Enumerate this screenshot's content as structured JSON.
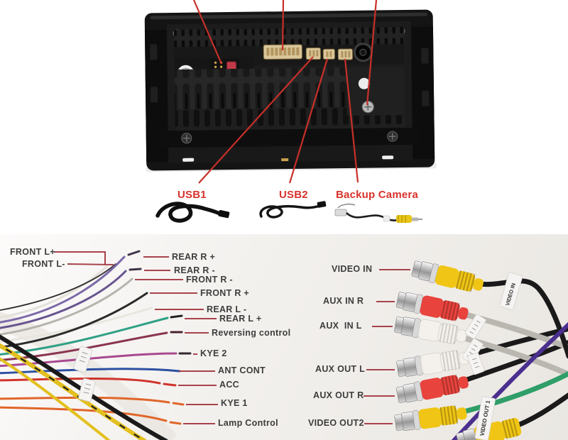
{
  "colors": {
    "callout_red": "#c8302a",
    "label_red": "#d8332c",
    "leader_red": "#a8434b",
    "label_text": "#3d3d3d",
    "cable_purple": "#4b2f8f",
    "tag_white": "#f5f4f2"
  },
  "accessories": {
    "items": [
      {
        "label": "USB1"
      },
      {
        "label": "USB2"
      },
      {
        "label": "Backup Camera"
      }
    ]
  },
  "harness": {
    "wires": [
      {
        "label": "FRONT L+",
        "color": "#e4e1da"
      },
      {
        "label": "FRONT L-",
        "color": "#2c2c2c"
      },
      {
        "label": "REAR R +",
        "color": "#7b68a8"
      },
      {
        "label": "REAR R -",
        "color": "#685590"
      },
      {
        "label": "FRONT R -",
        "color": "#b7b4ae"
      },
      {
        "label": "FRONT R +",
        "color": "#2b2b2b"
      },
      {
        "label": "REAR L -",
        "color": "#e9e6df"
      },
      {
        "label": "REAR L +",
        "color": "#2fa085"
      },
      {
        "label": "Reversing control",
        "color": "#8a3550"
      },
      {
        "label": "KYE 2",
        "color": "#a8498f"
      },
      {
        "label": "ANT CONT",
        "color": "#2b4fa1"
      },
      {
        "label": "ACC",
        "color": "#d0342c"
      },
      {
        "label": "KYE 1",
        "color": "#e0662a"
      },
      {
        "label": "Lamp Control",
        "color": "#e0662a"
      }
    ]
  },
  "rca": {
    "connectors": [
      {
        "label": "VIDEO IN",
        "boot": "#f0c515",
        "cable": "#1a1a1a"
      },
      {
        "label": "AUX IN R",
        "boot": "#e8433d",
        "cable": "#bab7b1"
      },
      {
        "label": "AUX  IN L",
        "boot": "#f4f1ec",
        "cable": "#bab7b1"
      },
      {
        "label": "AUX OUT L",
        "boot": "#f4f1ec",
        "cable": "#1a1a1a"
      },
      {
        "label": "AUX OUT R",
        "boot": "#e8433d",
        "cable": "#1a1a1a"
      },
      {
        "label": "VIDEO OUT2",
        "boot": "#f0c515",
        "cable": "#2f9e68"
      }
    ],
    "extra_connector": {
      "boot": "#f0c515",
      "cable": "#1a1a1a"
    }
  },
  "cable_tags": [
    {
      "text": "VIDEO IN"
    },
    {
      "text": "VIDEO OUT 1"
    }
  ]
}
